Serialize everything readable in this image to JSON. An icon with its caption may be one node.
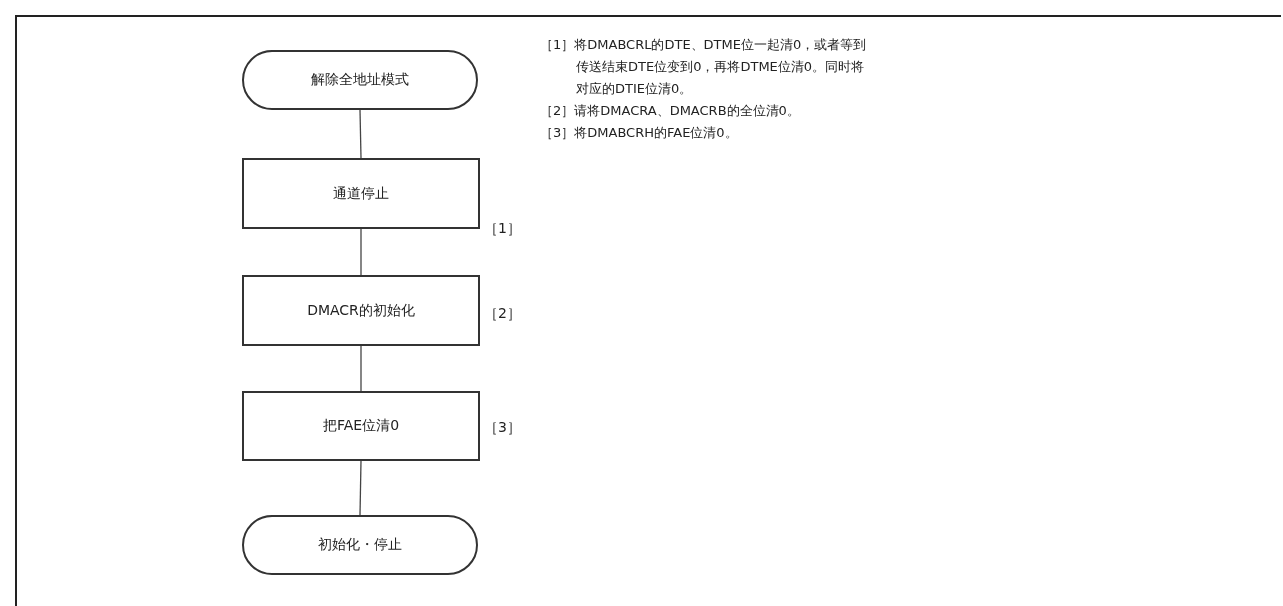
{
  "diagram": {
    "nodes": [
      {
        "text": [
          "解除全地址模式"
        ]
      },
      {
        "text": [
          "通道停止"
        ],
        "beside": [
          "［1］"
        ]
      },
      {
        "text": [
          "DMACR的初始化"
        ],
        "beside": [
          "［2］"
        ]
      },
      {
        "text": [
          "把FAE位清0"
        ],
        "beside": [
          "［3］"
        ]
      },
      {
        "text": [
          "初始化・停止"
        ]
      }
    ],
    "edges": [
      {
        "from": 0,
        "to": 1,
        "arrow": "none"
      },
      {
        "from": 1,
        "to": 2,
        "arrow": "none"
      },
      {
        "from": 2,
        "to": 3,
        "arrow": "none"
      },
      {
        "from": 3,
        "to": 4,
        "arrow": "none"
      }
    ],
    "labels": [
      "［1］将DMABCRL的DTE、DTME位一起清0，或者等到传送结束DTE位变到0，再将DTME位清0。同时将对应的DTIE位清0。",
      "［2］请将DMACRA、DMACRB的全位清0。",
      "［3］将DMABCRH的FAE位清0。"
    ]
  }
}
